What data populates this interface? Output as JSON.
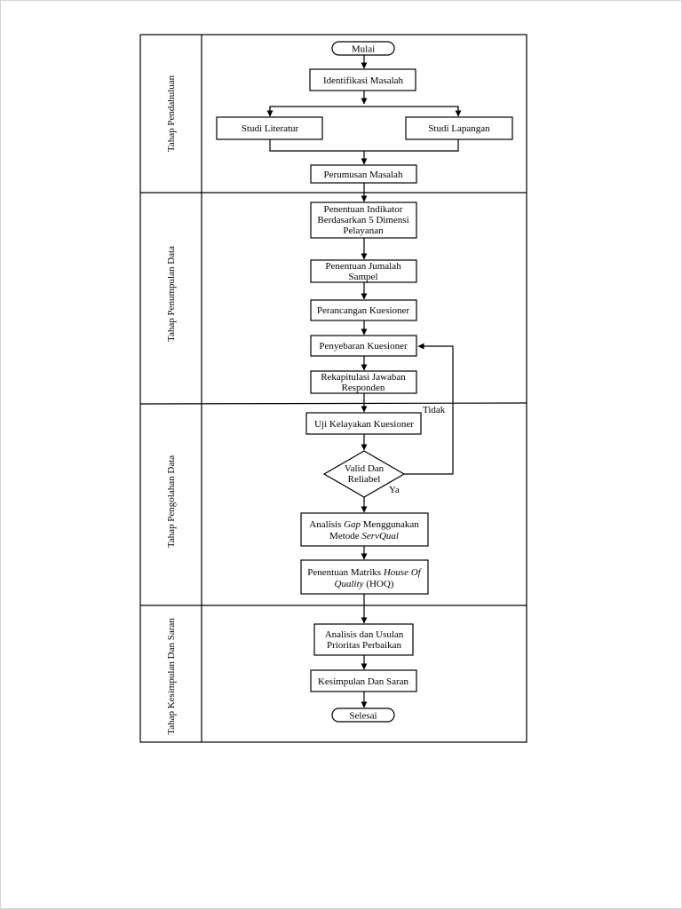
{
  "lanes": [
    {
      "label": "Tahap  Pendahuluan"
    },
    {
      "label": "Tahap Penumpulan Data"
    },
    {
      "label": "Tahap  Pengolahan Data"
    },
    {
      "label": "Tahap  Kesimpulan Dan Saran"
    }
  ],
  "nodes": {
    "start": {
      "text": "Mulai"
    },
    "identifikasi": {
      "text": "Identifikasi Masalah"
    },
    "studi_literatur": {
      "text": "Studi Literatur"
    },
    "studi_lapangan": {
      "text": "Studi Lapangan"
    },
    "perumusan": {
      "text": "Perumusan Masalah"
    },
    "indikator": {
      "lines": [
        "Penentuan Indikator",
        "Berdasarkan 5 Dimensi",
        "Pelayanan"
      ]
    },
    "sampel": {
      "lines": [
        "Penentuan Jumalah",
        "Sampel"
      ]
    },
    "perancangan": {
      "text": "Perancangan Kuesioner"
    },
    "penyebaran": {
      "text": "Penyebaran Kuesioner"
    },
    "rekapitulasi": {
      "lines": [
        "Rekapitulasi Jawaban",
        "Responden"
      ]
    },
    "uji": {
      "text": "Uji Kelayakan Kuesioner"
    },
    "valid": {
      "lines": [
        "Valid Dan",
        "Reliabel"
      ]
    },
    "analisis_gap": {
      "line1": {
        "a": "Analisis ",
        "b": "Gap",
        "c": " Menggunakan"
      },
      "line2": {
        "a": "Metode ",
        "b": "ServQual"
      }
    },
    "matriks": {
      "line1": {
        "a": "Penentuan Matriks ",
        "b": "House Of"
      },
      "line2": {
        "a": "Quality",
        "b": " (HOQ)"
      }
    },
    "usulan": {
      "lines": [
        "Analisis dan Usulan",
        "Prioritas Perbaikan"
      ]
    },
    "kesimpulan": {
      "text": "Kesimpulan Dan Saran"
    },
    "end": {
      "text": "Selesai"
    }
  },
  "edge_labels": {
    "tidak": "Tidak",
    "ya": "Ya"
  },
  "colors": {
    "line": "#000000",
    "page_border": "#d4d4d4"
  }
}
